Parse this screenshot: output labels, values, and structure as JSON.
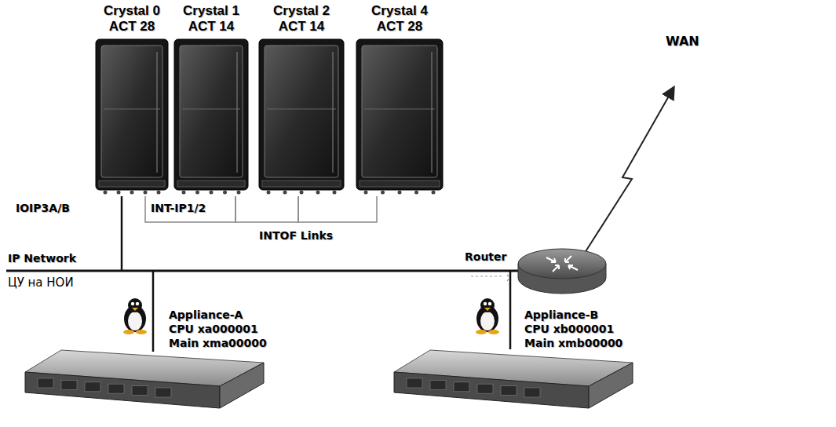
{
  "diagram": {
    "nodes": [
      {
        "text": [
          "Crystal 0",
          "ACT 28"
        ]
      },
      {
        "text": [
          "Crystal 1",
          "ACT 14"
        ]
      },
      {
        "text": [
          "Crystal 2",
          "ACT 14"
        ]
      },
      {
        "text": [
          "Crystal 4",
          "ACT 28"
        ]
      },
      {
        "text": [
          "Router"
        ]
      },
      {
        "text": [
          "Appliance-A",
          "CPU xa000001",
          "Main xma00000"
        ]
      },
      {
        "text": [
          "Appliance-B",
          "CPU xb000001",
          "Main xmb00000"
        ]
      }
    ],
    "edges": [
      {
        "from": 0,
        "to": 1,
        "arrow": "none"
      },
      {
        "from": 1,
        "to": 2,
        "arrow": "none"
      },
      {
        "from": 2,
        "to": 3,
        "arrow": "none"
      }
    ],
    "labels": [
      "IOIP3A/B",
      "INT-IP1/2",
      "INTOF Links",
      "IP Network",
      "ЦУ на НОИ",
      "WAN"
    ]
  }
}
